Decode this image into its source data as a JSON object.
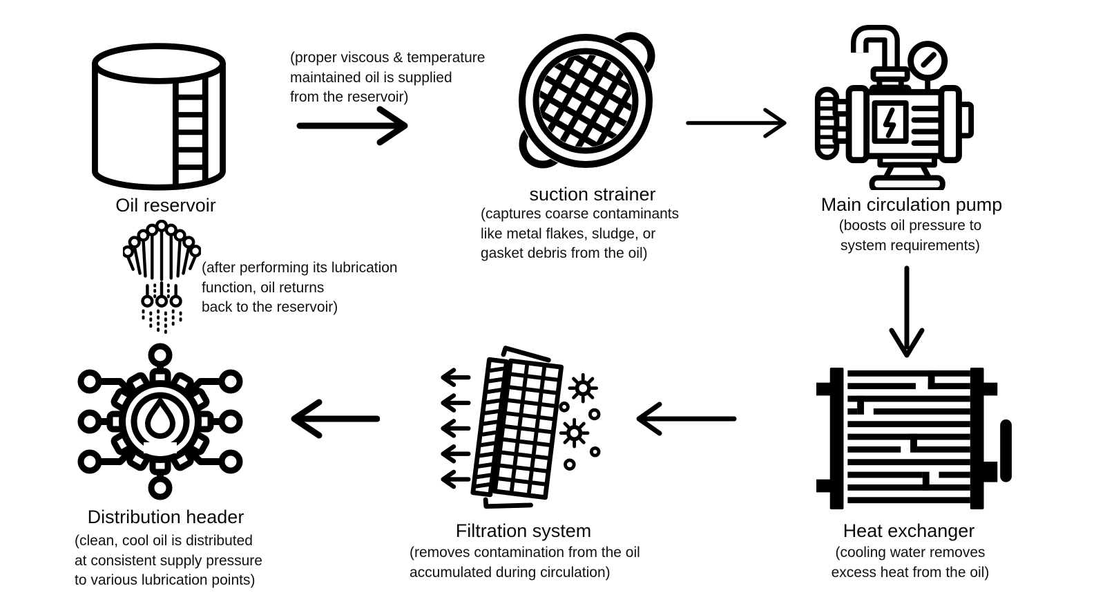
{
  "background": "#ffffff",
  "ink": "#000000",
  "nodes": {
    "reservoir": {
      "icon": "oil-reservoir-tank-icon",
      "label": "Oil reservoir"
    },
    "strainer": {
      "icon": "suction-strainer-icon",
      "label": "suction strainer",
      "caption": "(captures coarse contaminants\nlike metal flakes, sludge, or\ngasket debris from the oil)"
    },
    "pump": {
      "icon": "circulation-pump-icon",
      "label": "Main circulation pump",
      "caption": "(boosts oil pressure to\nsystem requirements)"
    },
    "heat_exchanger": {
      "icon": "heat-exchanger-radiator-icon",
      "label": "Heat exchanger",
      "caption": "(cooling water removes\nexcess heat from the oil)"
    },
    "filtration": {
      "icon": "oil-filter-panels-icon",
      "label": "Filtration system",
      "caption": "(removes contamination from the oil\naccumulated during circulation)"
    },
    "distribution": {
      "icon": "distribution-header-gear-drop-icon",
      "label": "Distribution header",
      "caption": "(clean, cool oil is distributed\nat consistent supply pressure\nto various lubrication points)"
    }
  },
  "annotations": {
    "supply_note": "(proper viscous & temperature\nmaintained oil is supplied\nfrom the reservoir)",
    "return_note": "(after performing its lubrication\nfunction, oil returns\nback to the reservoir)",
    "return_icon": "oil-return-spray-icon"
  },
  "flow": {
    "arrows": [
      "reservoir-to-strainer",
      "strainer-to-pump",
      "pump-to-heat-exchanger",
      "heat-exchanger-to-filtration",
      "filtration-to-distribution"
    ]
  }
}
